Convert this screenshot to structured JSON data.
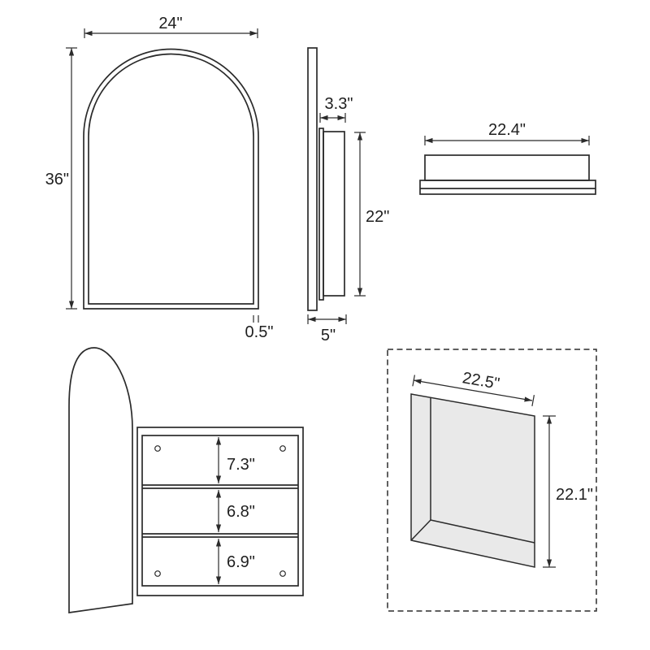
{
  "drawing": {
    "colors": {
      "line_color": "#2b2b2b",
      "niche_fill": "#e9e9e9",
      "background": "#ffffff"
    },
    "views": {
      "front": {
        "width": "24\"",
        "height": "36\"",
        "frame_thickness": "0.5\""
      },
      "side": {
        "cabinet_depth": "3.3\"",
        "cabinet_height": "22\"",
        "overall_depth": "5\""
      },
      "top": {
        "cabinet_width": "22.4\""
      },
      "open": {
        "top_shelf_height": "7.3\"",
        "middle_shelf_height": "6.8\"",
        "bottom_shelf_height": "6.9\""
      },
      "niche": {
        "cutout_width": "22.5\"",
        "cutout_height": "22.1\""
      }
    }
  }
}
